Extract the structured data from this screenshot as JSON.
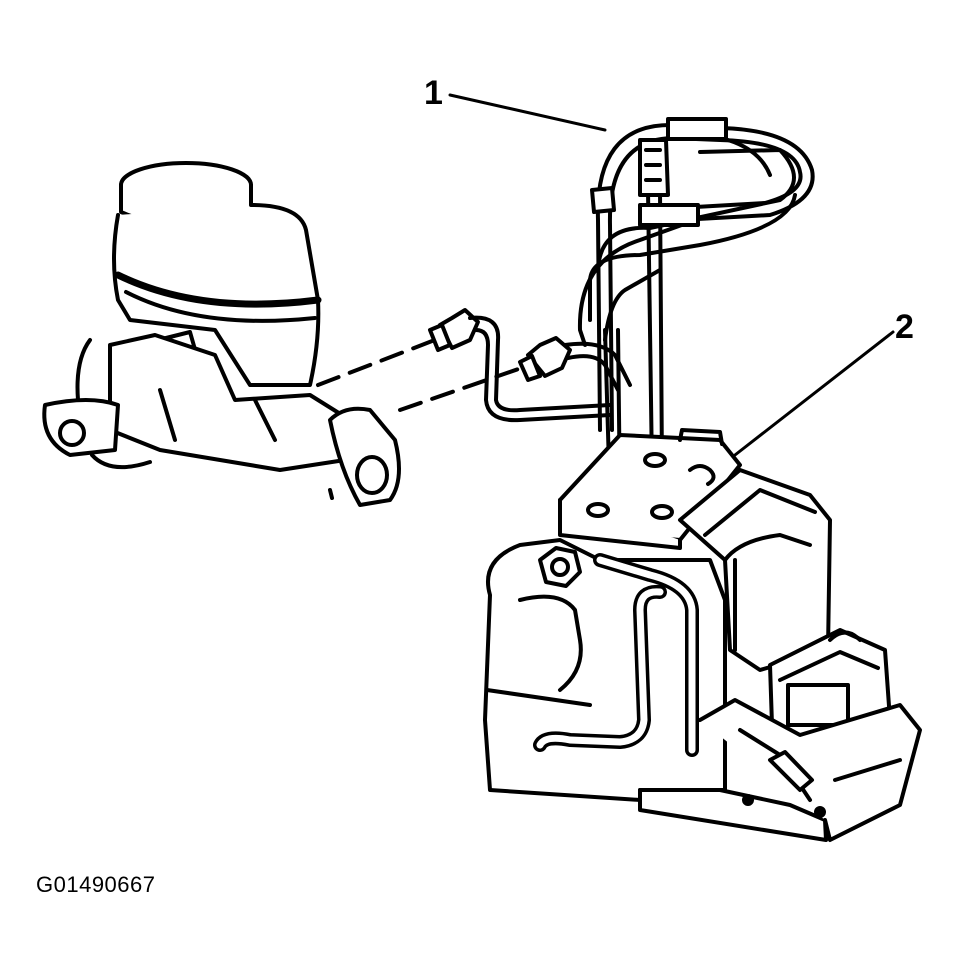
{
  "callouts": [
    {
      "id": "1"
    },
    {
      "id": "2"
    }
  ],
  "figure_id": "G01490667",
  "colors": {
    "ink": "#000000",
    "paper": "#ffffff"
  }
}
